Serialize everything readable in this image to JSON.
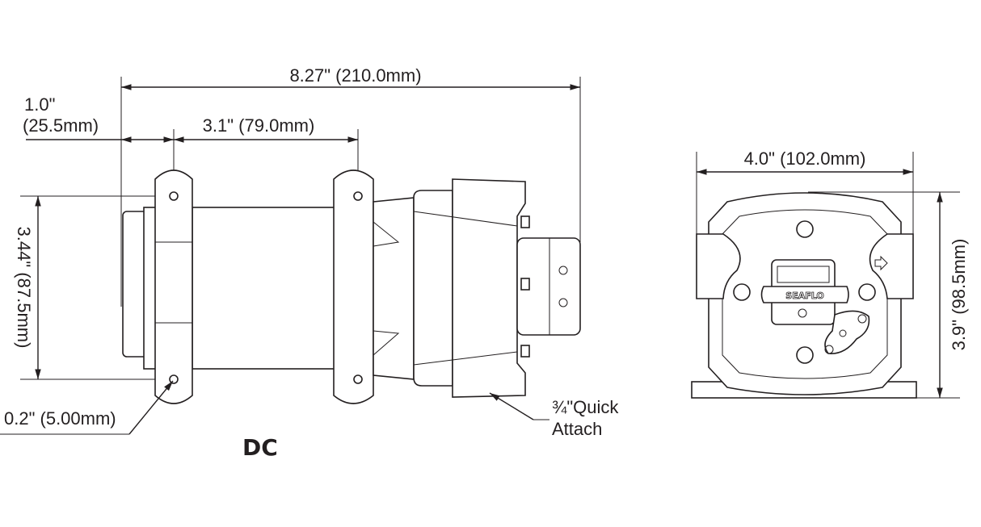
{
  "side_view": {
    "overall_length": "8.27\" (210.0mm)",
    "endcap_offset_in": "1.0\"",
    "endcap_offset_mm": "(25.5mm)",
    "mount_spacing": "3.1\" (79.0mm)",
    "mount_height": "3.44\" (87.5mm)",
    "hole_diameter": "0.2\"  (5.00mm)",
    "model_label": "DC",
    "port_label_line1": "¾\"Quick",
    "port_label_line2": "Attach"
  },
  "front_view": {
    "width": "4.0\" (102.0mm)",
    "height": "3.9\" (98.5mm)",
    "brand_logo": "SEAFLO"
  }
}
